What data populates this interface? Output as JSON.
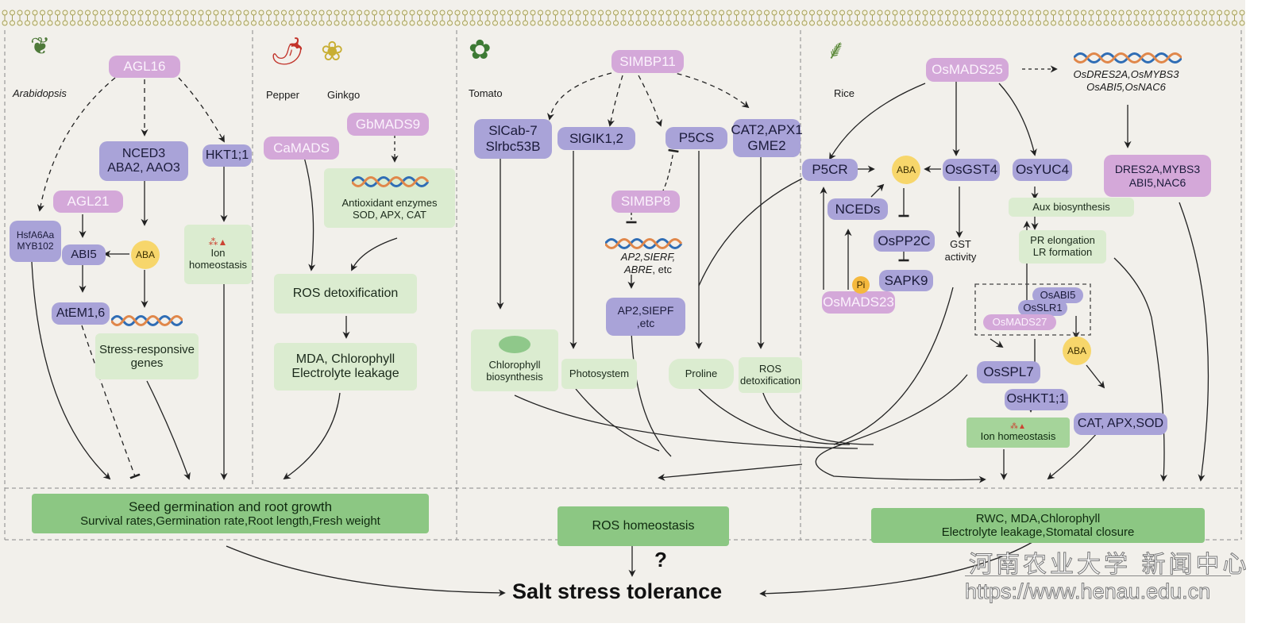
{
  "sections": {
    "arabidopsis": {
      "species": "Arabidopsis",
      "agl16": "AGL16",
      "nced3": "NCED3",
      "aba2": "ABA2, AAO3",
      "hkt": "HKT1;1",
      "agl21": "AGL21",
      "hsfa": "HsfA6Aa",
      "myb": "MYB102",
      "abi5": "ABI5",
      "aba": "ABA",
      "atem": "AtEM1,6",
      "ion1": "Ion",
      "ion2": "homeostasis",
      "stress1": "Stress-responsive",
      "stress2": "genes"
    },
    "pepper_ginkgo": {
      "species1": "Pepper",
      "species2": "Ginkgo",
      "gbmads": "GbMADS9",
      "camads": "CaMADS",
      "antiox1": "Antioxidant enzymes",
      "antiox2": "SOD, APX, CAT",
      "ros": "ROS detoxification",
      "mda1": "MDA, Chlorophyll",
      "mda2": "Electrolyte leakage"
    },
    "tomato": {
      "species": "Tomato",
      "simbp11": "SIMBP11",
      "slcab1": "SlCab-7",
      "slcab2": "Slrbc53B",
      "slgik": "SlGIK1,2",
      "p5cs": "P5CS",
      "cat1": "CAT2,APX1",
      "cat2": "GME2",
      "simbp8": "SIMBP8",
      "genes1": "AP2,SIERF,",
      "genes2a": "ABRE",
      "genes2b": ", etc",
      "ap2a": "AP2,SIEPF",
      "ap2b": ",etc",
      "chloro1": "Chlorophyll",
      "chloro2": "biosynthesis",
      "photo": "Photosystem",
      "proline": "Proline",
      "rosd1": "ROS",
      "rosd2": "detoxification"
    },
    "rice": {
      "species": "Rice",
      "osmads25": "OsMADS25",
      "osdres1": "OsDRES2A,OsMYBS3",
      "osdres2": "OsABI5,OsNAC6",
      "p5cr": "P5CR",
      "aba": "ABA",
      "osgst4": "OsGST4",
      "osyuc4": "OsYUC4",
      "dres1": "DRES2A,MYBS3",
      "dres2": "ABI5,NAC6",
      "nceds": "NCEDs",
      "ospp2c": "OsPP2C",
      "sapk9": "SAPK9",
      "pi": "Pi",
      "osmads23": "OsMADS23",
      "gst1": "GST",
      "gst2": "activity",
      "aux": "Aux biosynthesis",
      "pr1": "PR elongation",
      "pr2": "LR formation",
      "osabi5": "OsABI5",
      "osslr1": "OsSLR1",
      "osmads27": "OsMADS27",
      "aba2": "ABA",
      "osspl7": "OsSPL7",
      "oshkt": "OsHKT1;1",
      "catapx": "CAT, APX,SOD",
      "ionh": "Ion homeostasis"
    }
  },
  "outcomes": {
    "seed_title": "Seed germination and root growth",
    "seed_sub": "Survival rates,Germination rate,Root length,Fresh weight",
    "ros": "ROS homeostasis",
    "rwc1": "RWC, MDA,Chlorophyll",
    "rwc2": "Electrolyte leakage,Stomatal closure"
  },
  "final": {
    "question": "?",
    "title": "Salt stress tolerance"
  },
  "watermark": {
    "name": "河南农业大学 新闻中心",
    "url": "https://www.henau.edu.cn"
  },
  "colors": {
    "mads_box": "#d4a8d9",
    "target_gene": "#a9a3d8",
    "process": "#dbecd0",
    "outcome": "#8cc783",
    "aba": "#f7d66b",
    "background": "#f2f0eb"
  }
}
